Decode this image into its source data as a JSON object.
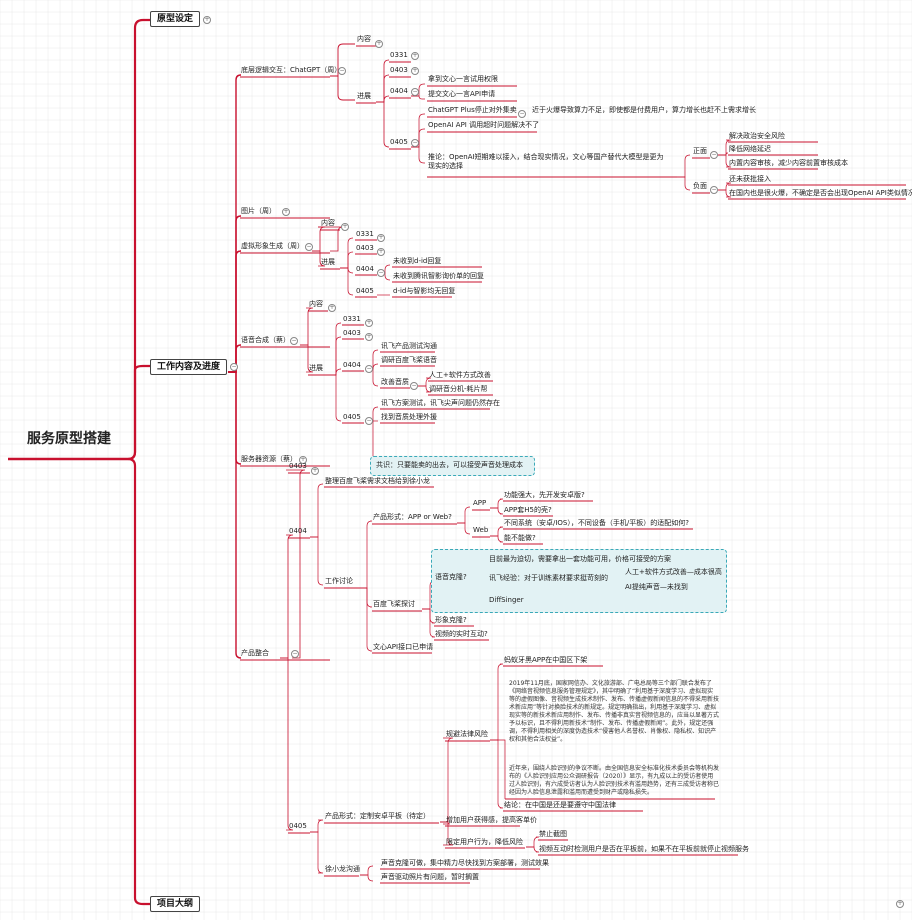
{
  "root": "服务原型搭建",
  "l1": [
    "原型设定",
    "工作内容及进度",
    "项目大纲"
  ],
  "s": {
    "dcxh": "底层逻辑交互：ChatGPT（周）",
    "nr": "内容",
    "jz": "进展",
    "d0331": "0331",
    "d0403": "0403",
    "d0404": "0404",
    "d0405": "0405",
    "wx1": "拿到文心一言试用权限",
    "wx2": "提交文心一言API申请",
    "cg": "ChatGPT Plus停止对外集卖",
    "cgn": "近于火爆导致算力不足，即使都是付费用户，算力增长也赶不上需求增长",
    "oai": "OpenAI API 调用超时问题解决不了",
    "tl": "推论：OpenAI短期难以接入，结合现实情况，文心等国产替代大模型是更为现实的选择",
    "zm": "正面",
    "fm": "负面",
    "zm1": "解决政治安全风险",
    "zm2": "降低网络延迟",
    "zm3": "内置内容审核，减少内容前置审核成本",
    "fm1": "还未获批接入",
    "fm2": "在国内也是很火爆，不确定是否会出现OpenAI API类似情况",
    "tp": "图片（周）",
    "xnx": "虚拟形象生成（周）",
    "did1": "未收到d-id回复",
    "did2": "未收到腾讯智影询价单的回复",
    "did3": "d-id与智影均无回复",
    "yy": "语音合成（蔡）",
    "yy1": "讯飞产品测试沟通",
    "yy2": "调研百度飞桨语音",
    "gsyz": "改善音质",
    "gs1": "人工+软件方式改善",
    "gs2": "调研音分机-耗片帮",
    "yy3": "讯飞方案测试，讯飞尖声问题仍然存在",
    "yy4": "找到音质处理外援",
    "yy5": "共识：只要能卖的出去，可以接受声音处理成本",
    "fwq": "服务器资源（蔡）",
    "cpzh": "产品整合",
    "zl": "整理百度飞桨需求文档给到徐小龙",
    "gztl": "工作讨论",
    "cpxs": "产品形式：APP or Web?",
    "app": "APP",
    "web": "Web",
    "app1": "功能强大，先开发安卓版?",
    "app2": "APP套H5的壳?",
    "web1": "不同系统（安卓/IOS），不同设备（手机/平板）的适配如何?",
    "web2": "能不能做?",
    "bdfj": "百度飞桨探讨",
    "yyzl": "语音克隆?",
    "yz1": "目前最为迫切，需要拿出一套功能可用，价格可接受的方案",
    "yz2": "讯飞经验：对于训练素材要求挺苛刻的",
    "yz2a": "人工+软件方式改善—成本很高",
    "yz2b": "AI提纯声音—未找到",
    "yz3": "DiffSinger",
    "xxkl": "形象克隆?",
    "sp": "视频的实时互动?",
    "wxapi": "文心API接口已申请",
    "cpxs2": "产品形式：定制安卓平板（待定）",
    "gbfl": "规避法律风险",
    "mm": "蚂蚁牙黑APP在中国区下架",
    "para1": "2019年11月底，国家网信办、文化旅游部、广电总局等三个部门联合发布了《网络音视频信息服务管理规定》，其中明确了“利用基于深度学习、虚拟现实等的虚假图像、音视频生成技术制作、发布、传播虚假新闻信息的不得采用新技术新应用”等针对换脸技术的新规定。规定明确指出，利用基于深度学习、虚拟现实等的新技术新应用制作、发布、传播非真实音视频信息的，应当以显著方式予以标识，且不得利用新技术“制作、发布、传播虚假新闻”。此外，规定还强调，不得利用相关的深度伪造技术“侵害他人名誉权、肖像权、隐私权、知识产权和其他合法权益”。",
    "para2": "近年来，围绕人脸识别的争议不断。由全国信息安全标准化技术委员会等机构发布的《人脸识别应用公众调研报告（2020）》显示，有九成以上的受访者使用过人脸识别，有六成受访者认为人脸识别技术有滥用趋势，还有三成受访者称已经因为人脸信息泄露和滥用而遭受到财产或隐私损失。",
    "jl": "结论：在中国是还是要遵守中国法律",
    "zj": "增加用户获得感，提高客单价",
    "xd": "限定用户行为，降低风险",
    "xd1": "禁止截图",
    "xd2": "视频互动时检测用户是否在平板前，如果不在平板前就停止视频服务",
    "xxl": "徐小龙沟通",
    "x1": "声音克隆可做，集中精力尽快找到方案部署，测试效果",
    "x2": "声音驱动照片有问题，暂时搁置"
  },
  "colors": {
    "main": "#c8102e",
    "grid": "#e8e8e8",
    "highlight_bg": "#e2f2f4",
    "highlight_border": "#3aa9b8"
  }
}
